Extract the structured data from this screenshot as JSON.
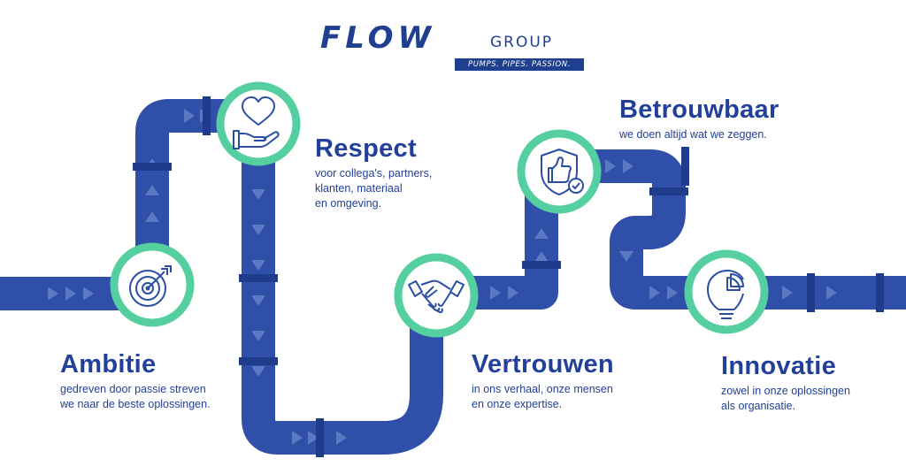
{
  "logo": {
    "main": "FLOW",
    "sub": "GROUP",
    "tagline": "PUMPS. PIPES. PASSION."
  },
  "colors": {
    "pipe": "#2f4fa8",
    "pipe_joint": "#1f3b8c",
    "ring": "#55cf9f",
    "text": "#22409a",
    "icon": "#2a4ea3"
  },
  "values": [
    {
      "title": "Ambitie",
      "desc": [
        "gedreven door passie streven",
        "we naar de beste oplossingen."
      ],
      "icon": "target-icon"
    },
    {
      "title": "Respect",
      "desc": [
        "voor collega's, partners,",
        "klanten, materiaal",
        "en omgeving."
      ],
      "icon": "heart-hand-icon"
    },
    {
      "title": "Vertrouwen",
      "desc": [
        "in ons verhaal, onze mensen",
        "en onze expertise."
      ],
      "icon": "handshake-icon"
    },
    {
      "title": "Betrouwbaar",
      "desc": [
        "we doen altijd wat we zeggen."
      ],
      "icon": "shield-thumbs-up-icon"
    },
    {
      "title": "Innovatie",
      "desc": [
        "zowel in onze oplossingen",
        "als organisatie."
      ],
      "icon": "lightbulb-chart-icon"
    }
  ]
}
